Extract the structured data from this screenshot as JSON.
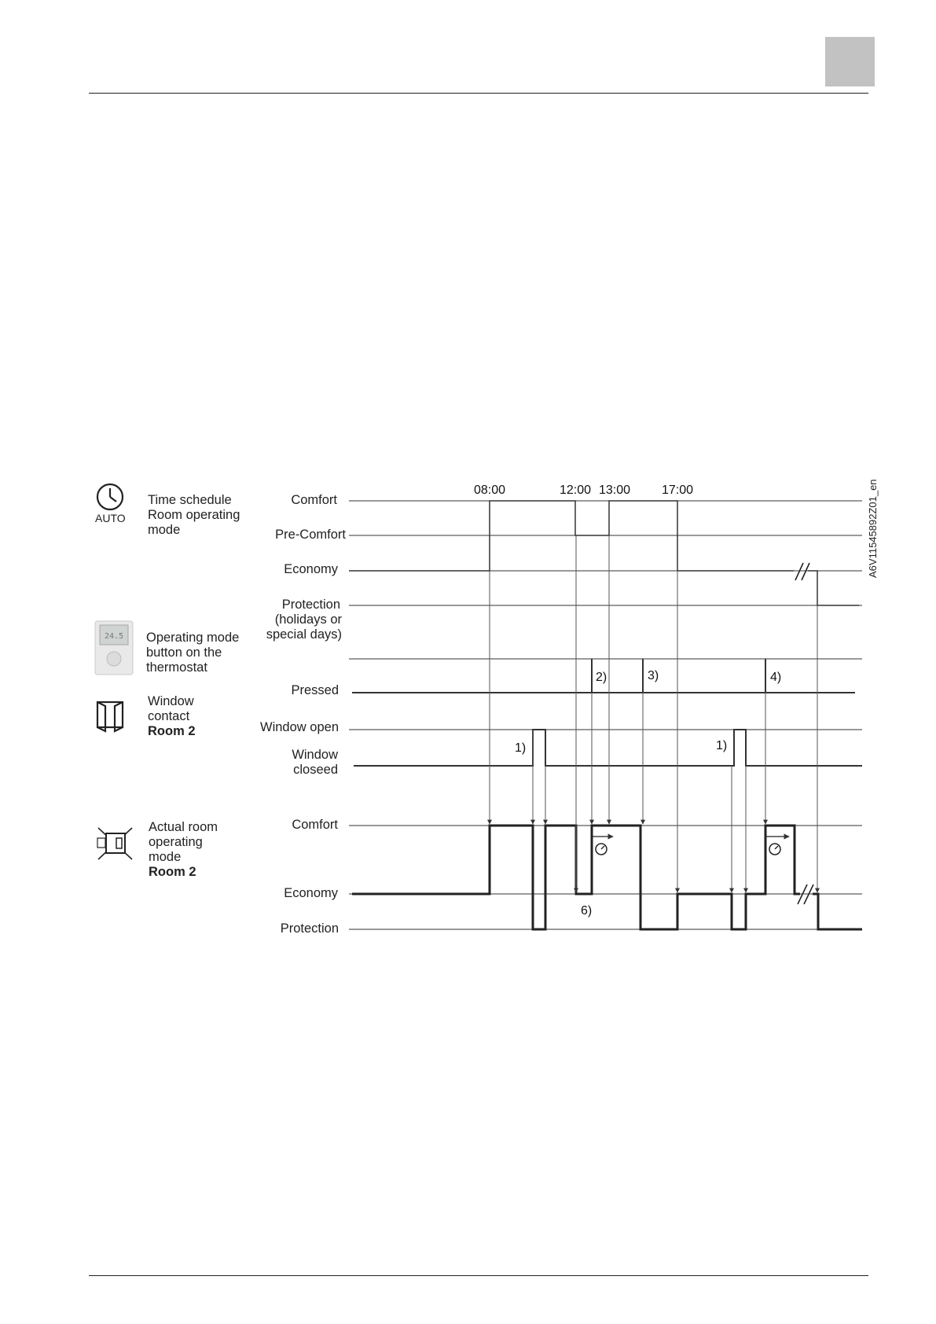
{
  "legend": {
    "schedule": {
      "icon_label": "AUTO",
      "lines": [
        "Time schedule",
        "Room operating",
        "mode"
      ]
    },
    "thermostat": {
      "display_text": "24.5",
      "lines": [
        "Operating mode",
        "button on the",
        "thermostat"
      ]
    },
    "window": {
      "lines": [
        "Window",
        "contact"
      ],
      "bold": "Room 2"
    },
    "actual": {
      "lines": [
        "Actual room",
        "operating",
        "mode"
      ],
      "bold": "Room 2"
    }
  },
  "levels": {
    "schedule": [
      "Comfort",
      "Pre-Comfort",
      "Economy"
    ],
    "protection": [
      "Protection",
      "(holidays or",
      "special days)"
    ],
    "button": [
      "Pressed"
    ],
    "window_open": "Window open",
    "window_closed": [
      "Window",
      "closeed"
    ],
    "actual": [
      "Comfort",
      "Economy",
      "Protection"
    ]
  },
  "times": [
    "08:00",
    "12:00",
    "13:00",
    "17:00"
  ],
  "notes": {
    "n1a": "1)",
    "n1b": "1)",
    "n2": "2)",
    "n3": "3)",
    "n4": "4)",
    "n6": "6)"
  },
  "figure_code": "A6V11545892Z01_en"
}
